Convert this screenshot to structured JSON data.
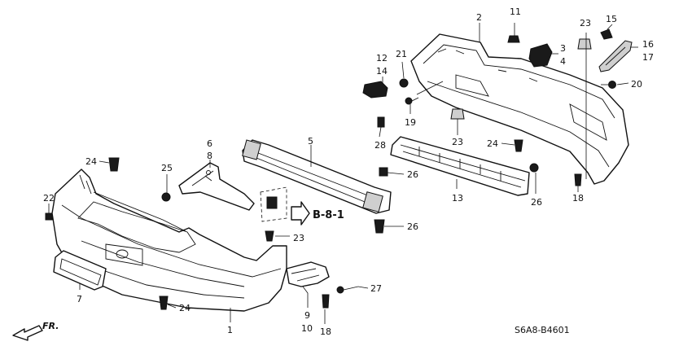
{
  "callouts": [
    {
      "id": "c1",
      "text": "1"
    },
    {
      "id": "c2",
      "text": "2"
    },
    {
      "id": "c3",
      "text": "3"
    },
    {
      "id": "c4",
      "text": "4"
    },
    {
      "id": "c5",
      "text": "5"
    },
    {
      "id": "c6",
      "text": "6"
    },
    {
      "id": "c7",
      "text": "7"
    },
    {
      "id": "c8",
      "text": "8"
    },
    {
      "id": "c9",
      "text": "9"
    },
    {
      "id": "c10",
      "text": "10"
    },
    {
      "id": "c11",
      "text": "11"
    },
    {
      "id": "c12",
      "text": "12"
    },
    {
      "id": "c13",
      "text": "13"
    },
    {
      "id": "c14",
      "text": "14"
    },
    {
      "id": "c15",
      "text": "15"
    },
    {
      "id": "c16",
      "text": "16"
    },
    {
      "id": "c17",
      "text": "17"
    },
    {
      "id": "c18a",
      "text": "18"
    },
    {
      "id": "c18b",
      "text": "18"
    },
    {
      "id": "c19",
      "text": "19"
    },
    {
      "id": "c20",
      "text": "20"
    },
    {
      "id": "c21",
      "text": "21"
    },
    {
      "id": "c22",
      "text": "22"
    },
    {
      "id": "c23a",
      "text": "23"
    },
    {
      "id": "c23b",
      "text": "23"
    },
    {
      "id": "c23c",
      "text": "23"
    },
    {
      "id": "c24a",
      "text": "24"
    },
    {
      "id": "c24b",
      "text": "24"
    },
    {
      "id": "c24c",
      "text": "24"
    },
    {
      "id": "c25",
      "text": "25"
    },
    {
      "id": "c26a",
      "text": "26"
    },
    {
      "id": "c26b",
      "text": "26"
    },
    {
      "id": "c26c",
      "text": "26"
    },
    {
      "id": "c27",
      "text": "27"
    },
    {
      "id": "c28",
      "text": "28"
    }
  ],
  "reference": "B-8-1",
  "diagram_code": "S6A8-B4601",
  "direction_label": "FR."
}
